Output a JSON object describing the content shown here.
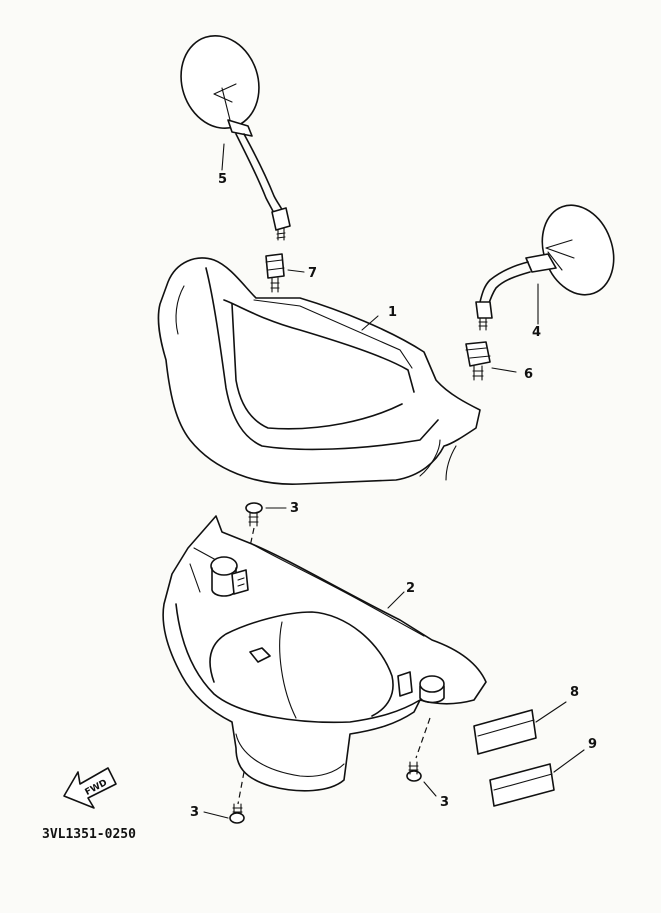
{
  "callouts": {
    "c1": "1",
    "c2": "2",
    "c3a": "3",
    "c3b": "3",
    "c3c": "3",
    "c4": "4",
    "c5": "5",
    "c6": "6",
    "c7": "7",
    "c8": "8",
    "c9": "9"
  },
  "fwd_label": "FWD",
  "diagram_code": "3VL1351-0250",
  "colors": {
    "ink": "#111111",
    "paper": "#fbfbf8"
  }
}
